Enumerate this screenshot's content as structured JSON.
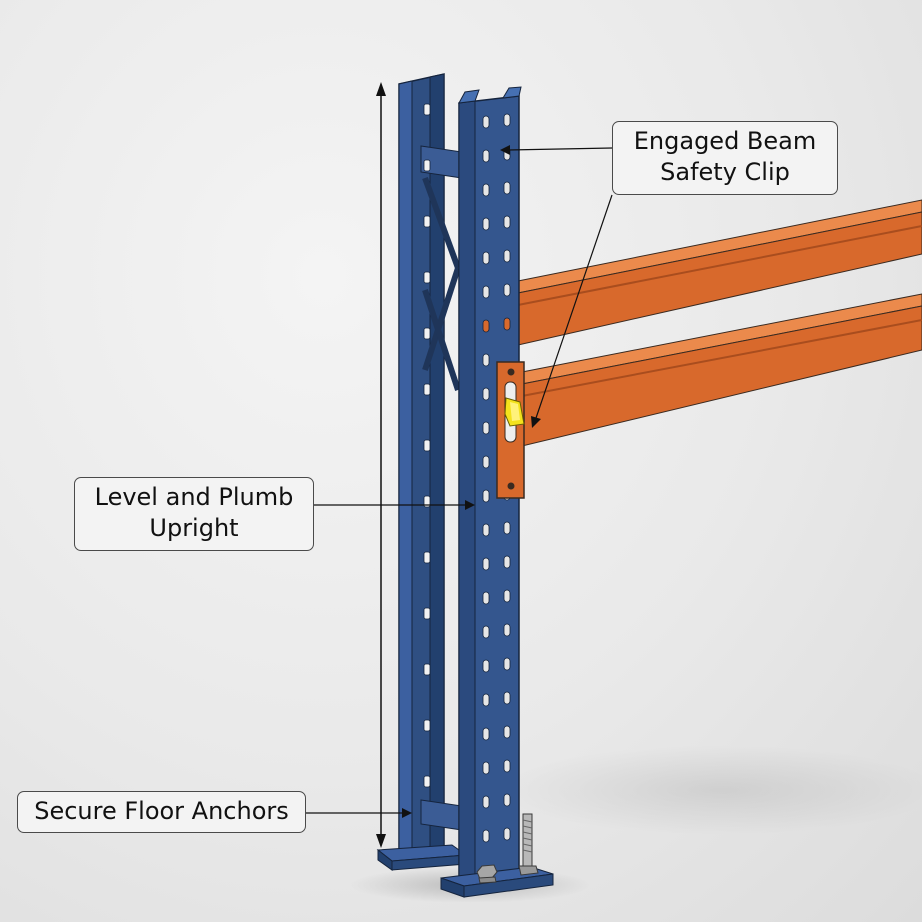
{
  "callouts": {
    "beam_clip": {
      "line1": "Engaged Beam",
      "line2": "Safety Clip"
    },
    "upright": {
      "line1": "Level and Plumb",
      "line2": "Upright"
    },
    "anchors": {
      "line1": "Secure Floor Anchors"
    }
  },
  "colors": {
    "upright_blue": "#2f4f82",
    "upright_dark": "#1f3559",
    "beam_orange": "#d8692c",
    "beam_dark": "#a94d1e",
    "safety_clip_yellow": "#f4e21c",
    "background": "#e9e9e9"
  }
}
